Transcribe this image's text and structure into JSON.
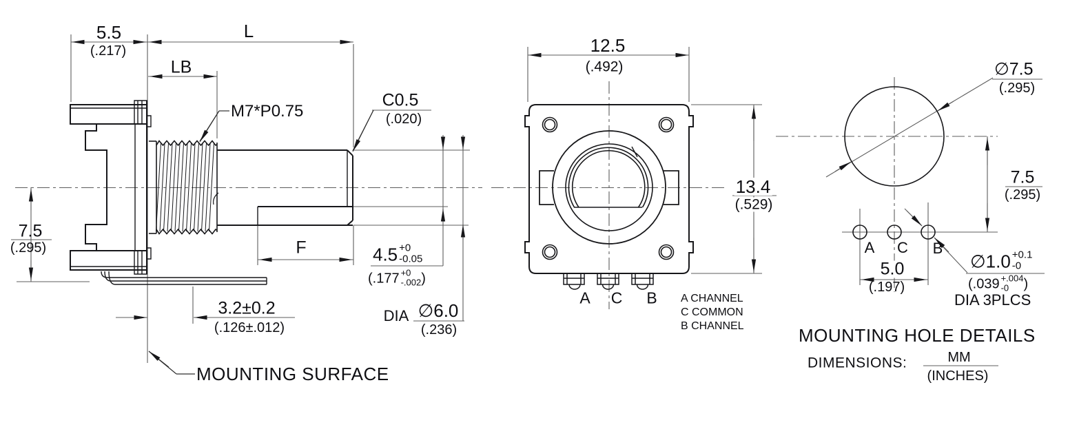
{
  "drawing": {
    "left_view": {
      "dim_5_5": {
        "mm": "5.5",
        "in": "(.217)"
      },
      "dim_L": "L",
      "dim_LB": "LB",
      "thread_spec": "M7*P0.75",
      "chamfer": {
        "mm": "C0.5",
        "in": "(.020)"
      },
      "dim_7_5": {
        "mm": "7.5",
        "in": "(.295)"
      },
      "dim_F": "F",
      "dim_4_5": {
        "mm": "4.5",
        "tol_up": "+0",
        "tol_dn": "-0.05",
        "in_open": "(.177",
        "in_tol_up": "+0",
        "in_tol_dn": "-.002",
        "in_close": ")"
      },
      "dia_word": "DIA",
      "dim_6_0": {
        "mm": "∅6.0",
        "in": "(.236)"
      },
      "dim_3_2": {
        "mm": "3.2±0.2",
        "in": "(.126±.012)"
      },
      "mounting_surface": "MOUNTING SURFACE"
    },
    "front_view": {
      "dim_12_5": {
        "mm": "12.5",
        "in": "(.492)"
      },
      "dim_13_4": {
        "mm": "13.4",
        "in": "(.529)"
      },
      "terminal_a": "A",
      "terminal_c": "C",
      "terminal_b": "B",
      "legend_a": "A CHANNEL",
      "legend_c": "C COMMON",
      "legend_b": "B CHANNEL"
    },
    "right_view": {
      "dia_7_5": {
        "mm": "∅7.5",
        "in": "(.295)"
      },
      "dim_7_5": {
        "mm": "7.5",
        "in": "(.295)"
      },
      "hole_a": "A",
      "hole_c": "C",
      "hole_b": "B",
      "dim_5_0": {
        "mm": "5.0",
        "in": "(.197)"
      },
      "dia_1_0": {
        "mm": "∅1.0",
        "tol_up": "+0.1",
        "tol_dn": "-0",
        "in_open": "(.039",
        "in_tol_up": "+.004",
        "in_tol_dn": "-0",
        "in_close": ")",
        "note": "DIA 3PLCS"
      },
      "title": "MOUNTING HOLE DETAILS",
      "dims_label": "DIMENSIONS:",
      "units_mm": "MM",
      "units_inches": "(INCHES)"
    },
    "colors": {
      "line": "#17171a",
      "dim_line": "#5c5c5c",
      "text": "#0e0e12",
      "background": "#ffffff"
    }
  }
}
